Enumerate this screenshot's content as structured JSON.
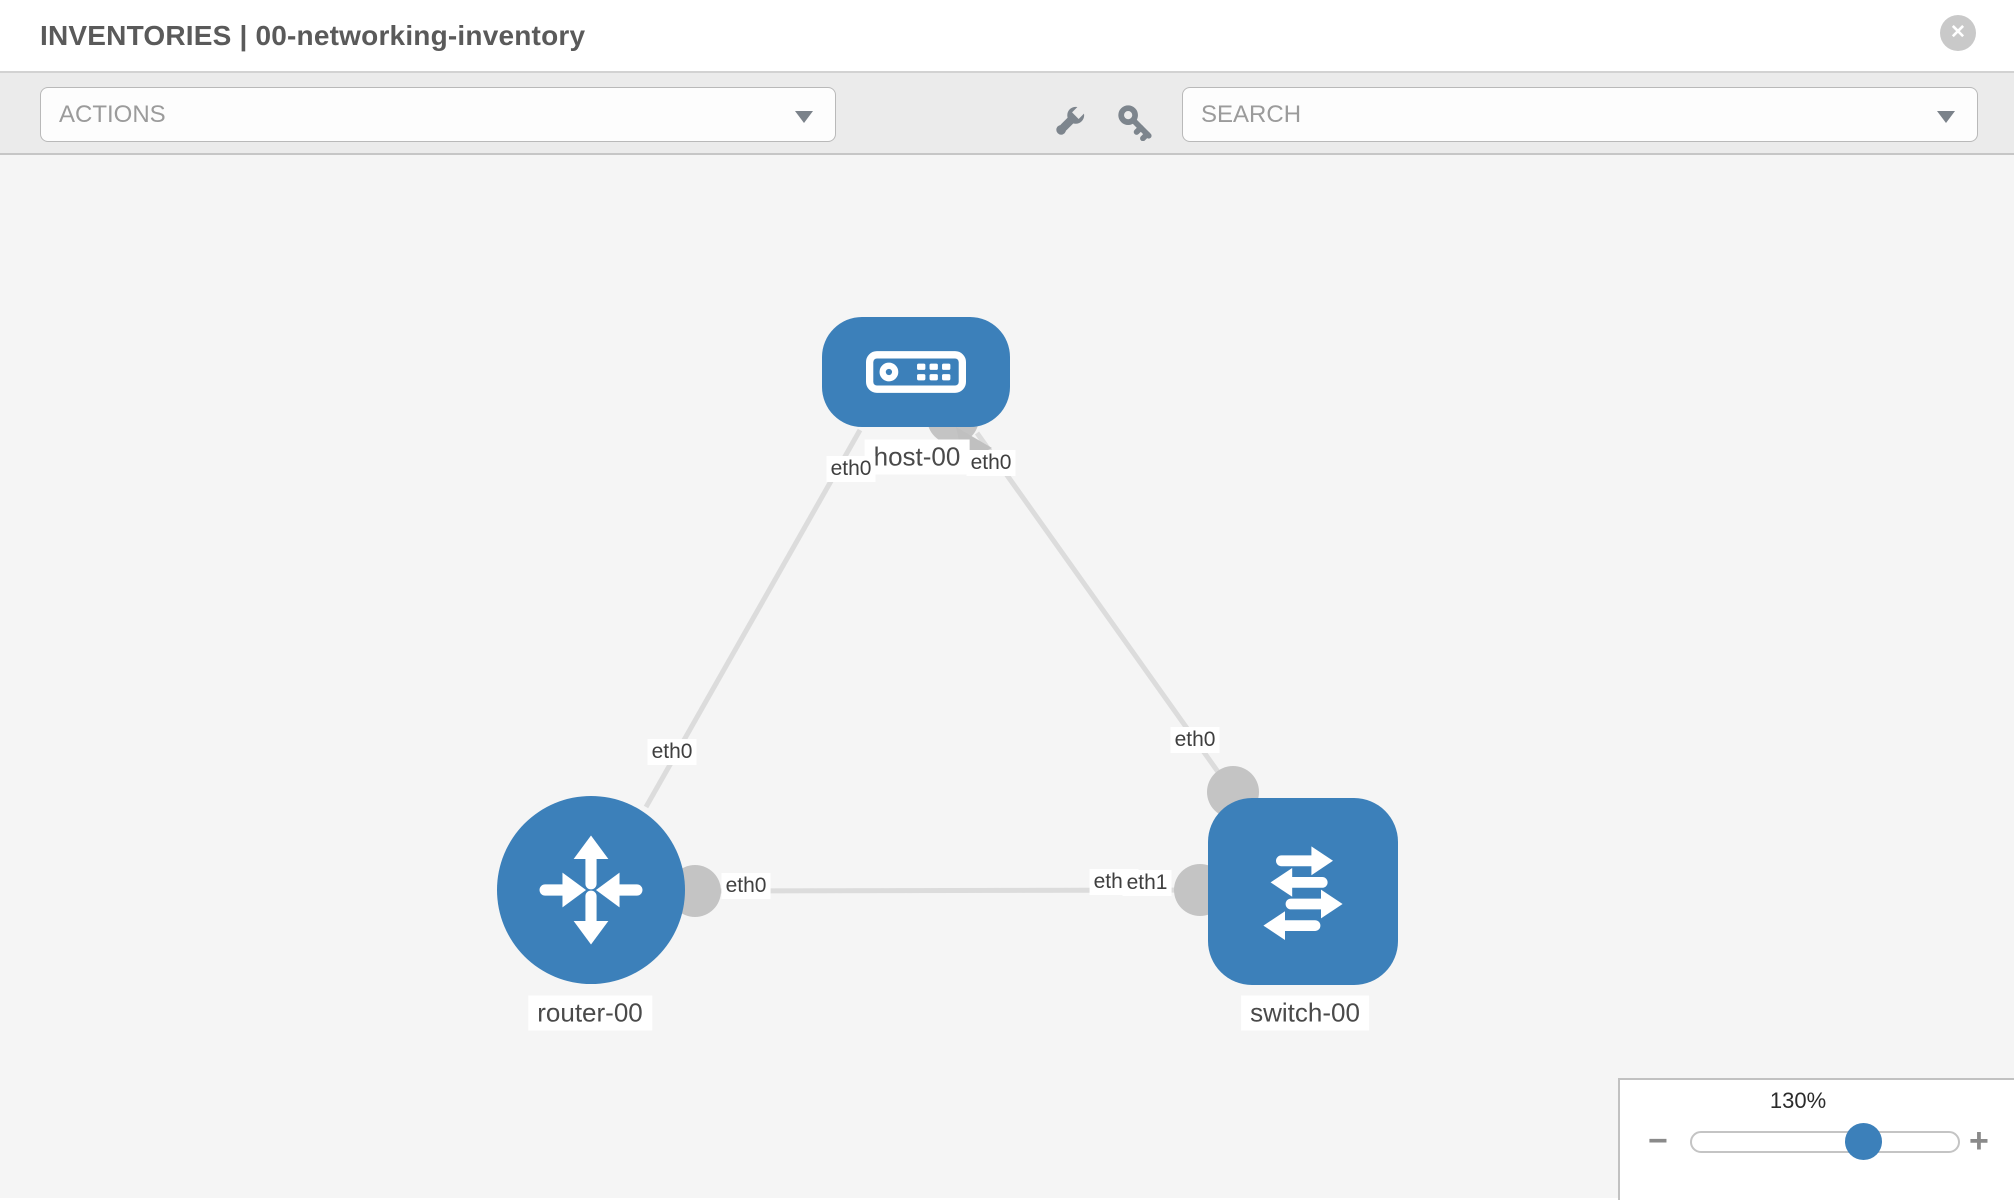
{
  "header": {
    "title": "INVENTORIES | 00-networking-inventory",
    "close_glyph": "✕"
  },
  "toolbar": {
    "actions_label": "ACTIONS",
    "search_placeholder": "SEARCH"
  },
  "topology": {
    "nodes": [
      {
        "id": "host-00",
        "label": "host-00",
        "type": "host"
      },
      {
        "id": "router-00",
        "label": "router-00",
        "type": "router"
      },
      {
        "id": "switch-00",
        "label": "switch-00",
        "type": "switch"
      }
    ],
    "links": [
      {
        "from": "router-00",
        "to": "host-00"
      },
      {
        "from": "host-00",
        "to": "switch-00"
      },
      {
        "from": "router-00",
        "to": "switch-00"
      }
    ],
    "iface_labels": [
      {
        "text": "eth0",
        "at": "host-00-left"
      },
      {
        "text": "eth0",
        "at": "host-00-right"
      },
      {
        "text": "eth0",
        "at": "router-00-top"
      },
      {
        "text": "eth0",
        "at": "switch-00-top"
      },
      {
        "text": "eth0",
        "at": "router-00-right"
      },
      {
        "text": "eth0",
        "at": "switch-00-left-occluded"
      },
      {
        "text": "eth1",
        "at": "switch-00-left"
      }
    ]
  },
  "zoom_control": {
    "value": "130%",
    "minus_glyph": "−",
    "plus_glyph": "+"
  },
  "colors": {
    "node_blue": "#3c80ba",
    "link_gray": "#dcdcdc",
    "port_gray": "#c4c4c4",
    "canvas_bg": "#f5f5f5"
  }
}
